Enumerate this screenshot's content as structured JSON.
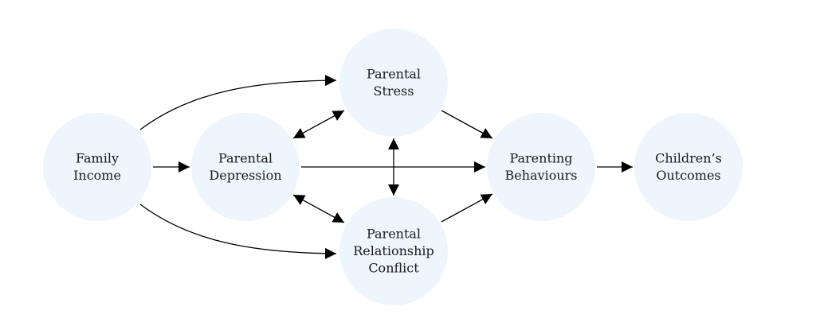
{
  "nodes": [
    {
      "id": "family-income",
      "lines": [
        "Family",
        "Income"
      ]
    },
    {
      "id": "parental-depression",
      "lines": [
        "Parental",
        "Depression"
      ]
    },
    {
      "id": "parental-stress",
      "lines": [
        "Parental",
        "Stress"
      ]
    },
    {
      "id": "parental-relationship-conflict",
      "lines": [
        "Parental",
        "Relationship",
        "Conflict"
      ]
    },
    {
      "id": "parenting-behaviours",
      "lines": [
        "Parenting",
        "Behaviours"
      ]
    },
    {
      "id": "childrens-outcomes",
      "lines": [
        "Children’s",
        "Outcomes"
      ]
    }
  ],
  "edges": [
    {
      "from": "family-income",
      "to": "parental-depression",
      "direction": "forward"
    },
    {
      "from": "family-income",
      "to": "parental-stress",
      "direction": "forward"
    },
    {
      "from": "family-income",
      "to": "parental-relationship-conflict",
      "direction": "forward"
    },
    {
      "from": "parental-depression",
      "to": "parental-stress",
      "direction": "both"
    },
    {
      "from": "parental-depression",
      "to": "parental-relationship-conflict",
      "direction": "both"
    },
    {
      "from": "parental-depression",
      "to": "parenting-behaviours",
      "direction": "forward"
    },
    {
      "from": "parental-stress",
      "to": "parental-relationship-conflict",
      "direction": "both"
    },
    {
      "from": "parental-stress",
      "to": "parenting-behaviours",
      "direction": "forward"
    },
    {
      "from": "parental-relationship-conflict",
      "to": "parenting-behaviours",
      "direction": "forward"
    },
    {
      "from": "parenting-behaviours",
      "to": "childrens-outcomes",
      "direction": "forward"
    }
  ]
}
